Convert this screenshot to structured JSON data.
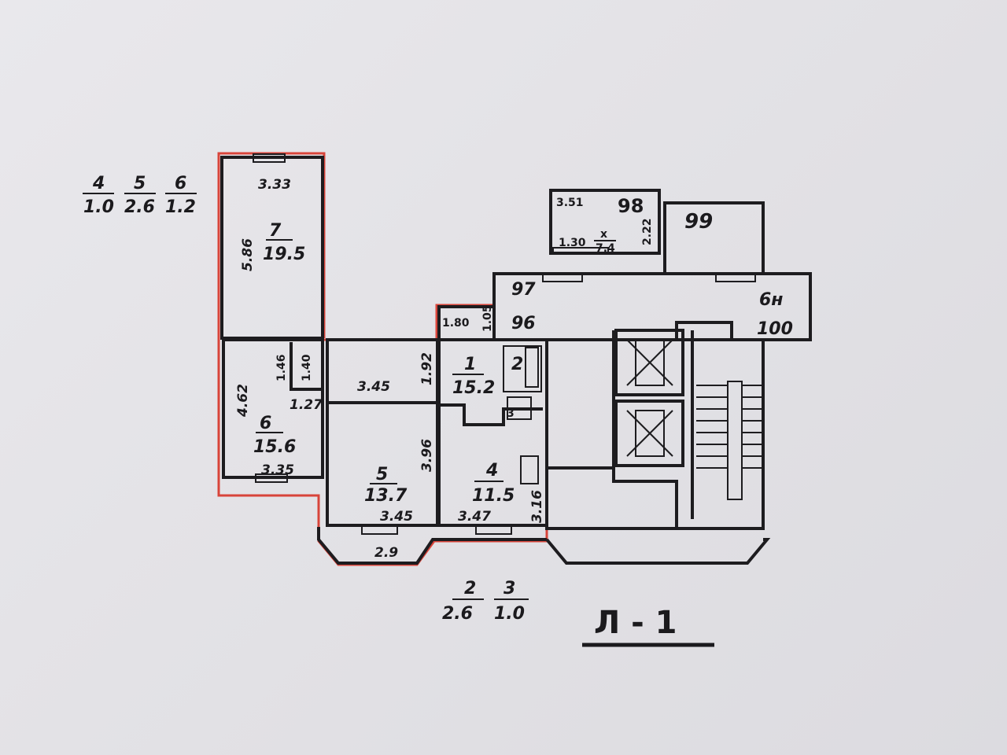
{
  "plan_label": "Л - 1",
  "legend_top": [
    {
      "num": "4",
      "area": "1.0"
    },
    {
      "num": "5",
      "area": "2.6"
    },
    {
      "num": "6",
      "area": "1.2"
    }
  ],
  "legend_bottom": [
    {
      "num": "2",
      "area": "2.6"
    },
    {
      "num": "3",
      "area": "1.0"
    }
  ],
  "rooms": {
    "r7": {
      "num": "7",
      "area": "19.5",
      "width": "3.33",
      "length": "5.86"
    },
    "r6": {
      "num": "6",
      "area": "15.6",
      "width": "3.35",
      "length": "4.62",
      "closet_a": "1.46",
      "closet_b": "1.40",
      "closet_c": "1.27"
    },
    "r5": {
      "num": "5",
      "area": "13.7",
      "width": "3.45",
      "length": "3.96",
      "corr_width": "3.45",
      "corr_len": "1.92",
      "bay": "2.9"
    },
    "r1": {
      "num": "1",
      "area": "15.2",
      "bath": "2",
      "wc": "3"
    },
    "r4": {
      "num": "4",
      "area": "11.5",
      "width": "3.47",
      "length": "3.16"
    },
    "small": {
      "width": "1.80",
      "length": "1.05"
    }
  },
  "common": {
    "c96": "96",
    "c97": "97",
    "c98": "98",
    "c99": "99",
    "c100": "100",
    "bn": "6н",
    "b98_w": "3.51",
    "b98_h": "2.22",
    "b98_sub": "1.30",
    "b98_x": "х",
    "b98_area": "7.4"
  },
  "colors": {
    "outline": "#d8443a",
    "ink": "#1d1c1f"
  }
}
